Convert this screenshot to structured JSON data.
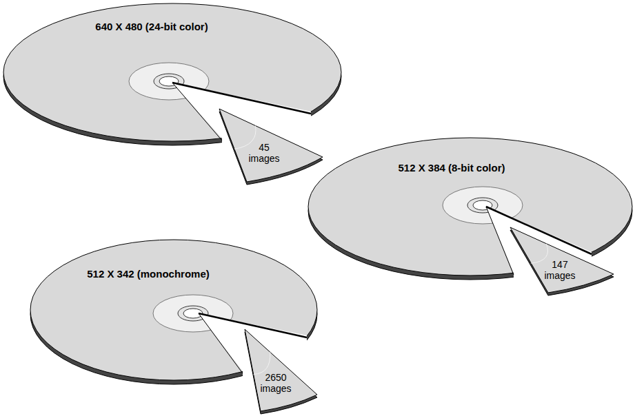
{
  "diagram": {
    "nodes": [
      {
        "text": [
          "640 X 480 (24-bit color)"
        ]
      },
      {
        "text": [
          "45 images"
        ]
      },
      {
        "text": [
          "512 X 384 (8-bit color)"
        ]
      },
      {
        "text": [
          "147 images"
        ]
      },
      {
        "text": [
          "512 X 342 (monochrome)"
        ]
      },
      {
        "text": [
          "2650 images"
        ]
      }
    ]
  }
}
